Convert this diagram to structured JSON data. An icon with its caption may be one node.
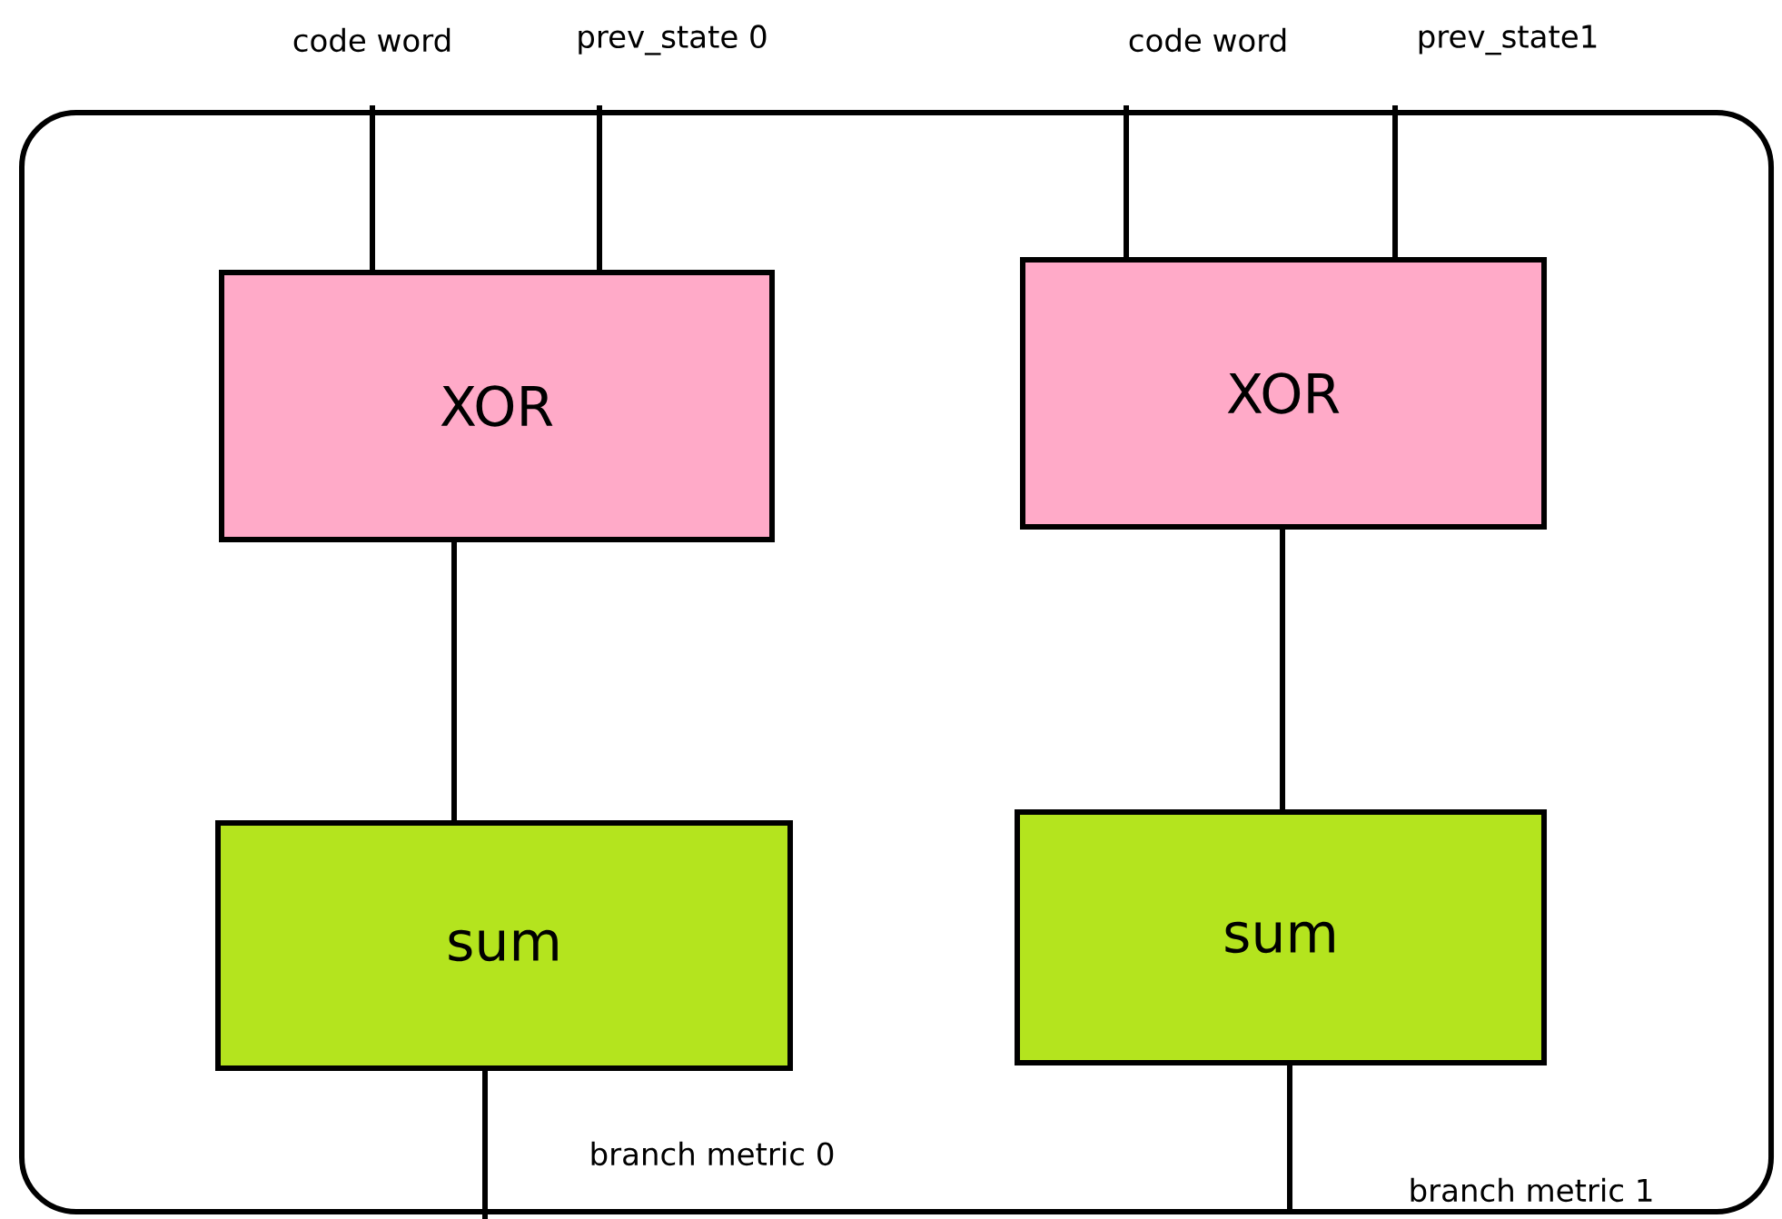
{
  "diagram": {
    "nodes": [
      {
        "text": [],
        "shape": "box"
      },
      {
        "text": [
          "code word"
        ]
      },
      {
        "text": [
          "prev_state 0"
        ]
      },
      {
        "text": [
          "code word"
        ]
      },
      {
        "text": [
          "prev_state1"
        ]
      },
      {
        "text": [
          "XOR"
        ],
        "in": 0
      },
      {
        "text": [
          "XOR"
        ],
        "in": 0
      },
      {
        "text": [
          "sum"
        ],
        "in": 0
      },
      {
        "text": [
          "sum"
        ],
        "in": 0
      }
    ],
    "edges": [
      {
        "from": 1,
        "to": 5,
        "arrow": "none"
      },
      {
        "from": 2,
        "to": 5,
        "arrow": "none"
      },
      {
        "from": 3,
        "to": 6,
        "arrow": "none"
      },
      {
        "from": 4,
        "to": 6,
        "arrow": "none"
      },
      {
        "from": 5,
        "to": 7,
        "arrow": "none"
      },
      {
        "from": 6,
        "to": 8,
        "arrow": "none"
      },
      {
        "from": 7,
        "to": null,
        "arrow": "none",
        "label": "branch metric 0"
      },
      {
        "from": 8,
        "to": null,
        "arrow": "none",
        "label": "branch metric 1"
      }
    ]
  }
}
